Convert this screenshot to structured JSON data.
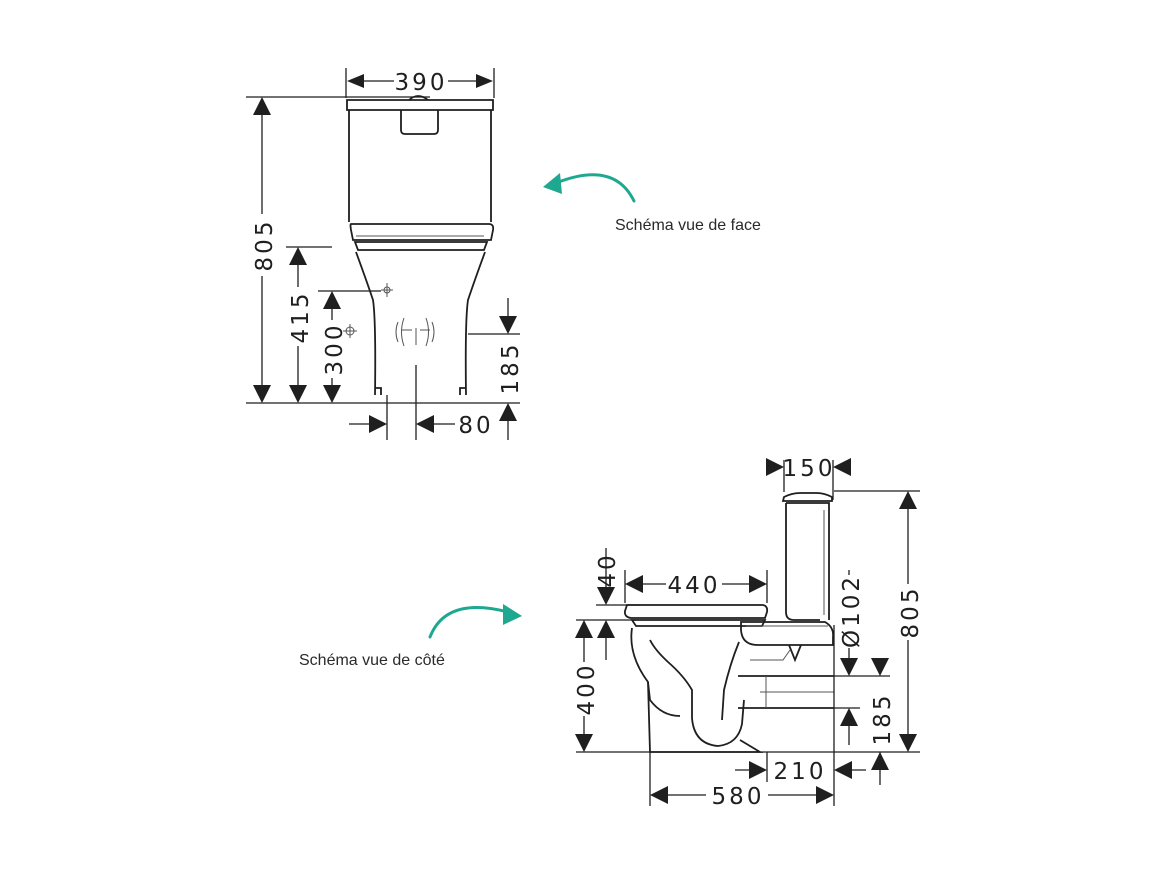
{
  "front_view": {
    "caption": "Schéma vue de face",
    "dimensions": {
      "width": "390",
      "total_height": "805",
      "pan_height": "415",
      "inlet_height": "300",
      "outlet_height": "185",
      "outlet_offset": "80"
    }
  },
  "side_view": {
    "caption": "Schéma vue de côté",
    "dimensions": {
      "cistern_depth": "150",
      "lid_thickness": "40",
      "seat_length": "440",
      "outlet_diameter": "Ø102",
      "total_height": "805",
      "seat_height": "400",
      "outlet_height": "185",
      "outlet_distance": "210",
      "total_depth": "580"
    }
  },
  "colors": {
    "arrow_accent": "#1ea88f",
    "line": "#1f1f1f"
  }
}
